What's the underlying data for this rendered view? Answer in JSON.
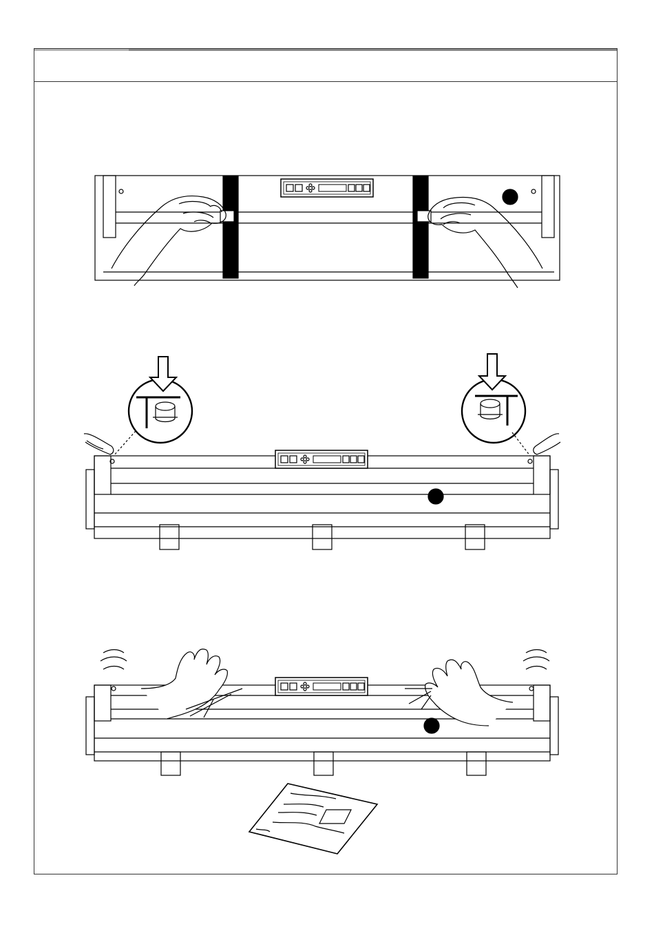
{
  "page": {
    "header": {
      "title": ""
    },
    "figures": [
      {
        "id": "remove-transport-tape",
        "description": ""
      },
      {
        "id": "press-release-buttons",
        "description": ""
      },
      {
        "id": "open-top-cover",
        "description": ""
      }
    ]
  },
  "colors": {
    "line": "#000000",
    "tape": "#000000",
    "frame": "#333333",
    "topbar": "#8a8a8a"
  },
  "icons": [
    "hand-icon",
    "finger-icon",
    "arrow-down-icon",
    "magnify-circle-icon",
    "control-panel-icon",
    "document-icon",
    "vibration-icon"
  ]
}
